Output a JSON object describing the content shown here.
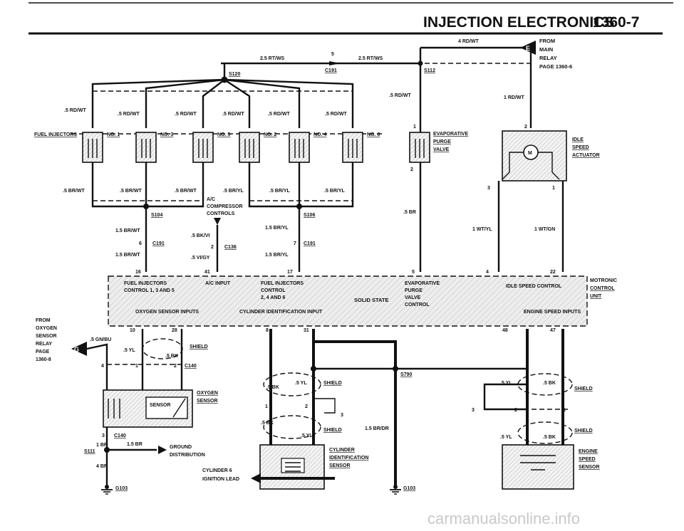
{
  "header": {
    "title": "INJECTION ELECTRONICS",
    "page": "1360-7"
  },
  "from_main_relay": {
    "letter": "E",
    "lines": [
      "FROM",
      "MAIN",
      "RELAY",
      "PAGE 1360-6"
    ]
  },
  "from_oxygen_relay": {
    "letter": "G",
    "lines": [
      "FROM",
      "OXYGEN",
      "SENSOR",
      "RELAY",
      "PAGE",
      "1360-8"
    ]
  },
  "wires": {
    "top_4rdwt": "4 RD/WT",
    "left_25rtws": "2.5 RT/WS",
    "right_25rtws": "2.5 RT/WS",
    "c191_pin5": "5",
    "s120": "S120",
    "c191": "C191",
    "s112": "S112",
    "rdwt_05": ".5 RD/WT",
    "rdwt_1": "1 RD/WT",
    "brwt_05": ".5 BR/WT",
    "bryl_05": ".5 BR/YL",
    "br_05": ".5 BR",
    "brwt_15": "1.5 BR/WT",
    "bryl_15": "1.5 BR/YL",
    "bkvi": ".5 BK/VI",
    "vigy": ".5 VI/GY",
    "wtyl": "1 WT/YL",
    "wtgn": "1 WT/GN",
    "gnbu": ".5 GN/BU",
    "yl": ".5 YL",
    "bk": ".5 BK",
    "brdr": "1.5 BR/DR",
    "br_1": "1 BR",
    "br_4": "4 BR",
    "br_15": "1.5 BR"
  },
  "connectors": {
    "s104": "S104",
    "s106": "S106",
    "c136": "C136",
    "c140": "C140",
    "s790": "S790",
    "s111": "S111",
    "g103": "G103"
  },
  "injectors": {
    "label": "FUEL INJECTORS",
    "items": [
      "NO. 1",
      "NO. 3",
      "NO. 5",
      "NO. 2",
      "NO. 4",
      "NO. 6"
    ]
  },
  "components": {
    "evap": [
      "EVAPORATIVE",
      "PURGE",
      "VALVE"
    ],
    "idle": [
      "IDLE",
      "SPEED",
      "ACTUATOR"
    ],
    "ac": [
      "A/C",
      "COMPRESSOR",
      "CONTROLS"
    ],
    "motronic": [
      "MOTRONIC",
      "CONTROL",
      "UNIT"
    ],
    "oxygen_sensor": [
      "OXYGEN",
      "SENSOR"
    ],
    "sensor_inner": "SENSOR",
    "cylinder_id": [
      "CYLINDER",
      "IDENTIFICATION",
      "SENSOR"
    ],
    "engine_speed": [
      "ENGINE",
      "SPEED",
      "SENSOR"
    ],
    "shield": "SHIELD",
    "ground": [
      "GROUND",
      "DISTRIBUTION"
    ],
    "cyl6": [
      "CYLINDER 6",
      "IGNITION LEAD"
    ]
  },
  "ecu": {
    "fi135": [
      "FUEL INJECTORS",
      "CONTROL 1, 3 AND 5"
    ],
    "ac_input": "A/C INPUT",
    "fi246": [
      "FUEL INJECTORS",
      "CONTROL",
      "2, 4 AND 6"
    ],
    "solid_state": "SOLID STATE",
    "evap_ctrl": [
      "EVAPORATIVE",
      "PURGE",
      "VALVE",
      "CONTROL"
    ],
    "idle_ctrl": "IDLE SPEED CONTROL",
    "o2_inputs": "OXYGEN SENSOR INPUTS",
    "cyl_input": "CYLINDER IDENTIFICATION INPUT",
    "eng_inputs": "ENGINE SPEED INPUTS"
  },
  "pins": {
    "p1": "1",
    "p2": "2",
    "p3": "3",
    "p4": "4",
    "p5": "5",
    "p6": "6",
    "p7": "7",
    "p8": "8",
    "p10": "10",
    "p16": "16",
    "p17": "17",
    "p22": "22",
    "p28": "28",
    "p31": "31",
    "p41": "41",
    "p47": "47",
    "p48": "48"
  },
  "watermark": "carmanualsonline.info"
}
